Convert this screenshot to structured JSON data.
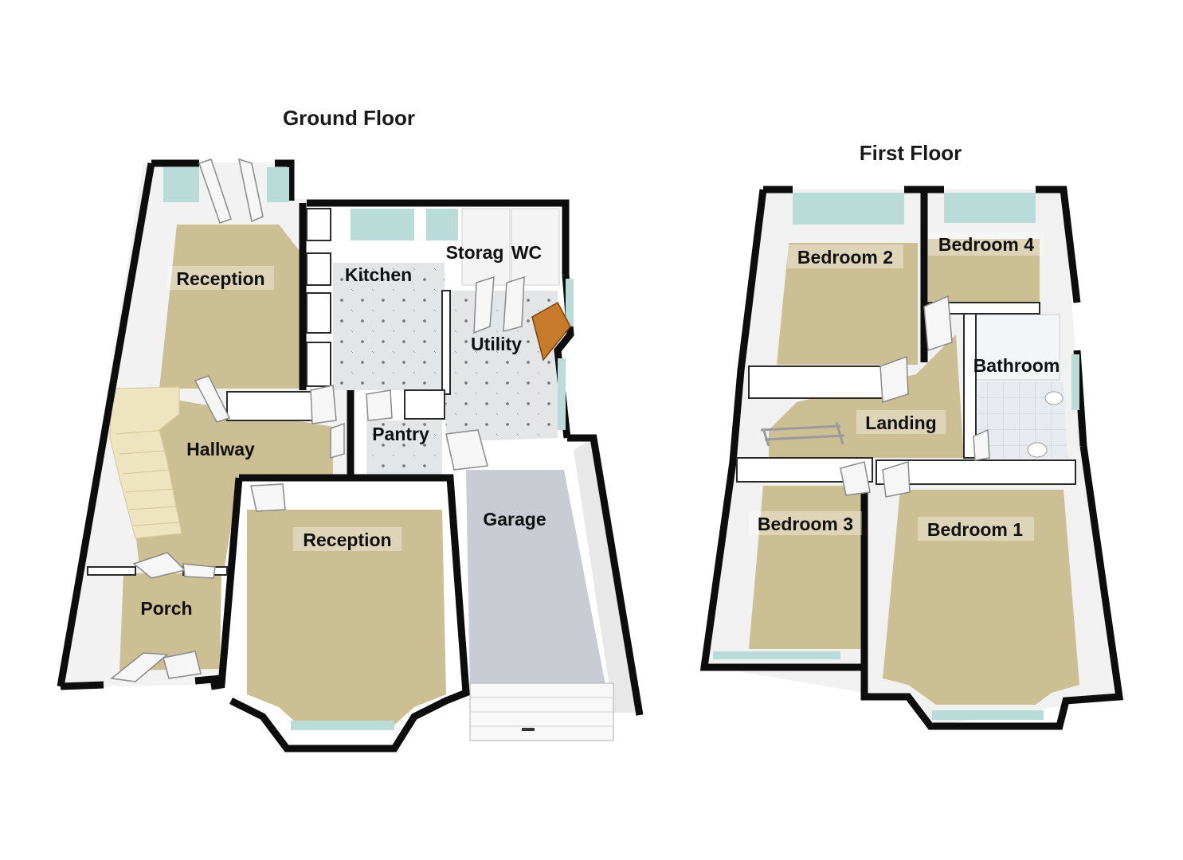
{
  "floors": {
    "ground": {
      "title": "Ground Floor",
      "rooms": {
        "reception_rear": "Reception",
        "kitchen": "Kitchen",
        "storage": "Storag",
        "wc": "WC",
        "utility": "Utility",
        "hallway": "Hallway",
        "pantry": "Pantry",
        "garage": "Garage",
        "reception_front": "Reception",
        "porch": "Porch"
      }
    },
    "first": {
      "title": "First Floor",
      "rooms": {
        "bedroom_2": "Bedroom 2",
        "bedroom_4": "Bedroom 4",
        "bathroom": "Bathroom",
        "landing": "Landing",
        "bedroom_3": "Bedroom 3",
        "bedroom_1": "Bedroom 1"
      }
    }
  },
  "colors": {
    "carpet": "#cdbf94",
    "wall": "#0d0d0d",
    "tile": "#e4e6e8",
    "garage_floor": "#c9cdd3",
    "window": "#b9dcd8"
  }
}
